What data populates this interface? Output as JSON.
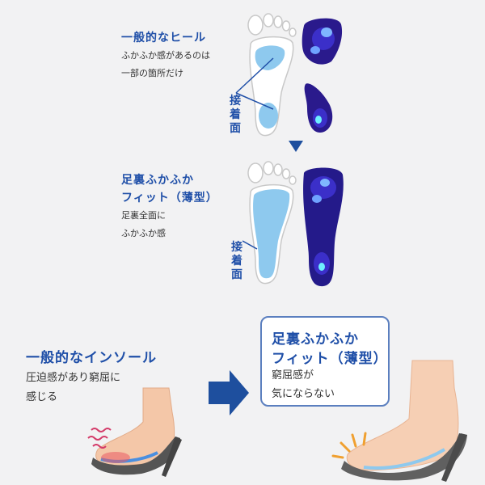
{
  "top_section": {
    "title": "一般的なヒール",
    "desc_line1": "ふかふか感があるのは",
    "desc_line2": "一部の箇所だけ",
    "contact_label": "接着面"
  },
  "middle_section": {
    "title_line1": "足裏ふかふか",
    "title_line2": "フィット（薄型）",
    "desc_line1": "足裏全面に",
    "desc_line2": "ふかふか感",
    "contact_label": "接着面"
  },
  "bottom_left": {
    "title": "一般的なインソール",
    "desc_line1": "圧迫感があり窮屈に",
    "desc_line2": "感じる"
  },
  "bottom_right": {
    "title_line1": "足裏ふかふか",
    "title_line2": "フィット（薄型）",
    "desc_line1": "窮屈感が",
    "desc_line2": "気にならない"
  },
  "colors": {
    "brand_blue": "#1f4fa8",
    "arrow_blue": "#1e4f9e",
    "insole_blue": "#8ec9ee",
    "heatmap_dark": "#2a1a8c"
  }
}
